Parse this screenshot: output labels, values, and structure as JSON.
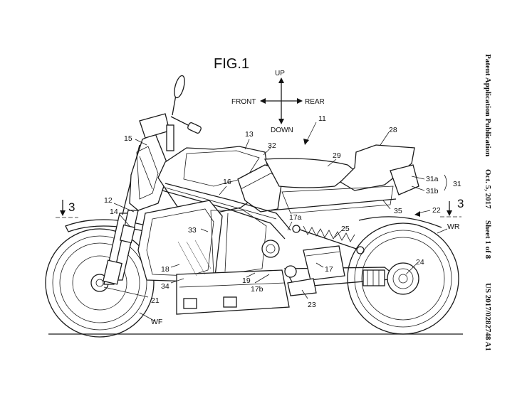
{
  "figure_title": "FIG.1",
  "directions": {
    "up": "UP",
    "down": "DOWN",
    "front": "FRONT",
    "rear": "REAR"
  },
  "side_header": {
    "publication": "Patent Application Publication",
    "date": "Oct. 5, 2017",
    "sheet": "Sheet 1 of 8",
    "number": "US 2017/0282748 A1"
  },
  "section_marks": {
    "left": "3",
    "right": "3"
  },
  "labels": {
    "l11": "11",
    "l12": "12",
    "l13": "13",
    "l14": "14",
    "l15": "15",
    "l16": "16",
    "l17": "17",
    "l17a": "17a",
    "l17b": "17b",
    "l18": "18",
    "l19": "19",
    "l21": "21",
    "l22": "22",
    "l23": "23",
    "l24": "24",
    "l25": "25",
    "l28": "28",
    "l29": "29",
    "l31": "31",
    "l31a": "31a",
    "l31b": "31b",
    "l32": "32",
    "l33": "33",
    "l34": "34",
    "l35": "35",
    "lWF": "WF",
    "lWR": "WR"
  }
}
